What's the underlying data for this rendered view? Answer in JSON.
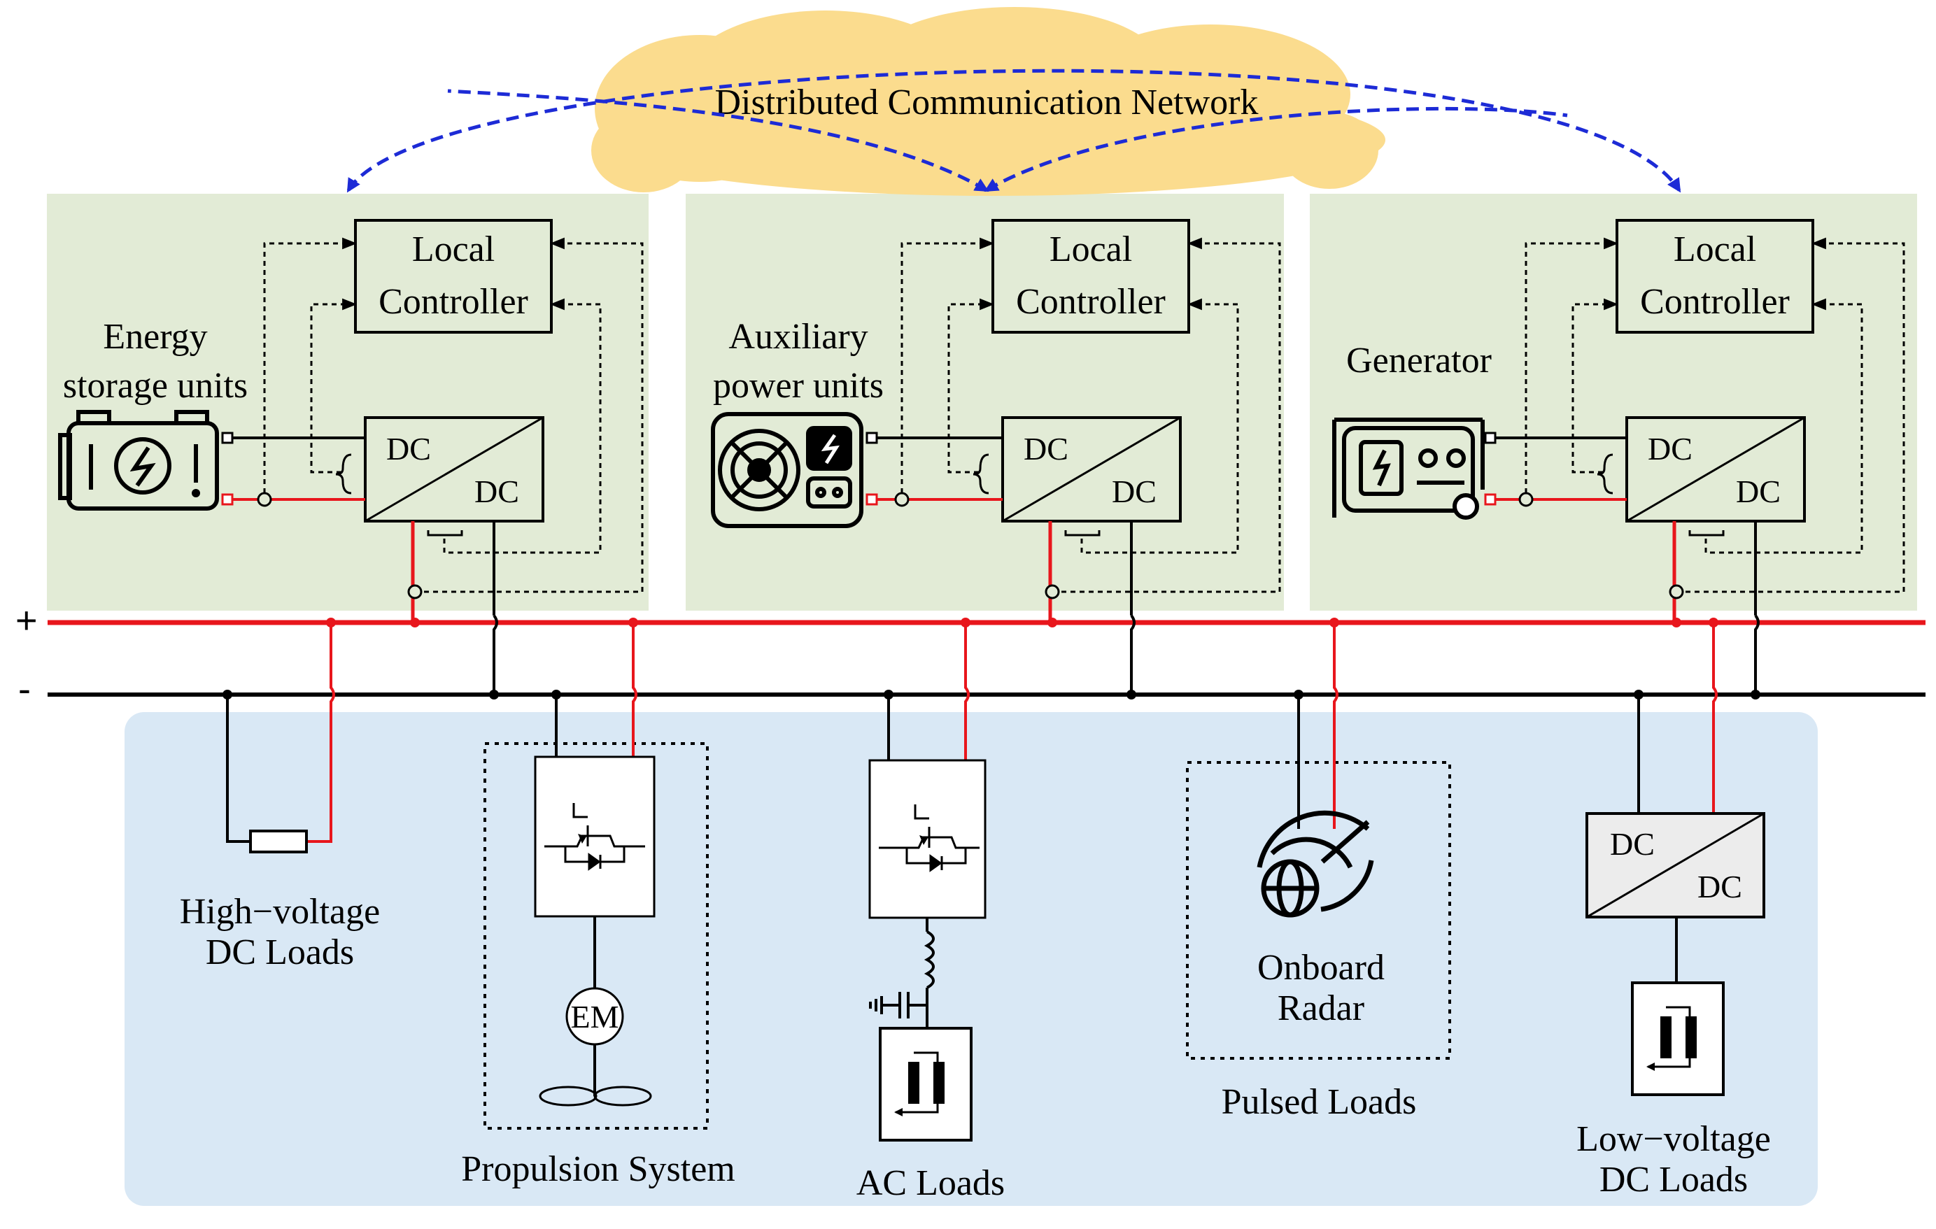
{
  "network": {
    "label": "Distributed Communication Network"
  },
  "bus": {
    "positive_label": "+",
    "negative_label": "-"
  },
  "modules": [
    {
      "controller": [
        "Local",
        "Controller"
      ],
      "source": [
        "Energy",
        "storage units"
      ],
      "converter": [
        "DC",
        "DC"
      ]
    },
    {
      "controller": [
        "Local",
        "Controller"
      ],
      "source": [
        "Auxiliary",
        "power units"
      ],
      "converter": [
        "DC",
        "DC"
      ]
    },
    {
      "controller": [
        "Local",
        "Controller"
      ],
      "source": [
        "Generator"
      ],
      "converter": [
        "DC",
        "DC"
      ]
    }
  ],
  "loads": {
    "hv_dc": [
      "High−voltage",
      "DC Loads"
    ],
    "propulsion": {
      "motor": "EM",
      "caption": "Propulsion System"
    },
    "ac": {
      "caption": "AC Loads"
    },
    "radar": {
      "name": [
        "Onboard",
        "Radar"
      ],
      "caption": "Pulsed Loads"
    },
    "lv_dc": {
      "converter": [
        "DC",
        "DC"
      ],
      "caption": [
        "Low−voltage",
        "DC Loads"
      ]
    }
  },
  "colors": {
    "module_bg": "#e2ebd6",
    "load_bg": "#d9e8f5",
    "cloud": "#fbdc8e",
    "positive_bus": "#e8161c",
    "negative_bus": "#000000",
    "comm_arrow": "#1d2bd6"
  }
}
